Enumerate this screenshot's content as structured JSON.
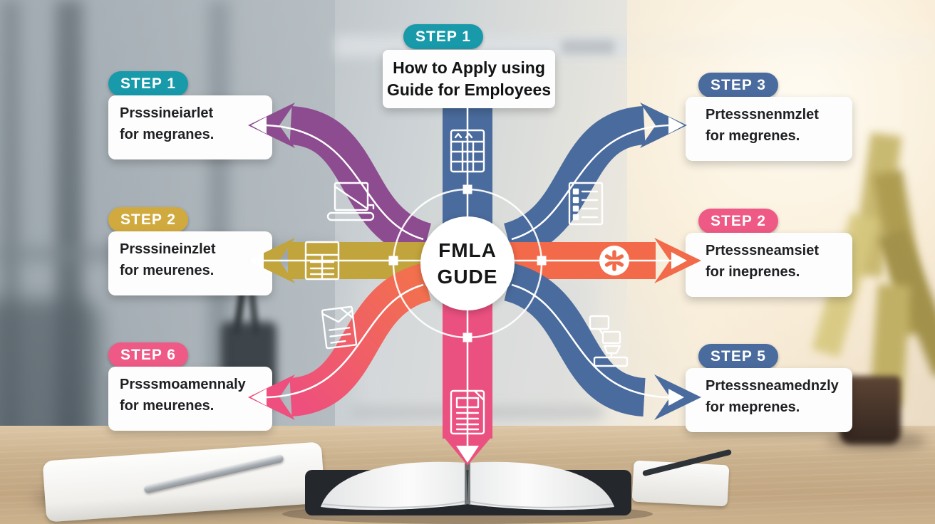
{
  "title": {
    "badge": "STEP 1",
    "line1": "How to Apply using",
    "line2": "Guide for Employees"
  },
  "center": {
    "line1": "FMLA",
    "line2": "GUDE"
  },
  "steps_left": [
    {
      "badge": "STEP 1",
      "line1": "Prsssineiarlet",
      "line2": "for megranes.",
      "color": "#189aab"
    },
    {
      "badge": "STEP 2",
      "line1": "Prsssineinzlet",
      "line2": "for meurenes.",
      "color": "#d1aa3f"
    },
    {
      "badge": "STEP 6",
      "line1": "Prsssmoamennaly",
      "line2": "for meurenes.",
      "color": "#ee5a85"
    }
  ],
  "steps_right": [
    {
      "badge": "STEP 3",
      "line1": "Prtesssnenmzlet",
      "line2": "for megrenes.",
      "color": "#4a6b9d"
    },
    {
      "badge": "STEP 2",
      "line1": "Prtesssneamsiet",
      "line2": "for ineprenes.",
      "color": "#ee5a85"
    },
    {
      "badge": "STEP 5",
      "line1": "Prtesssneamednzly",
      "line2": "for meprenes.",
      "color": "#4a6b9d"
    }
  ],
  "colors": {
    "teal": "#189aab",
    "purple": "#8d4b90",
    "gold": "#c2a43c",
    "pink": "#ea5080",
    "blue": "#4a6b9d",
    "orange": "#f26a49",
    "card_bg": "#fdfdfd",
    "text": "#1f2023"
  },
  "icons": {
    "top": "spreadsheet-icon",
    "top_left": "laptop-icon",
    "left": "table-icon",
    "bottom_left": "mail-document-icon",
    "top_right": "document-lines-icon",
    "right": "asterisk-icon",
    "bottom_right": "flowchart-icon",
    "bottom": "document-icon"
  }
}
